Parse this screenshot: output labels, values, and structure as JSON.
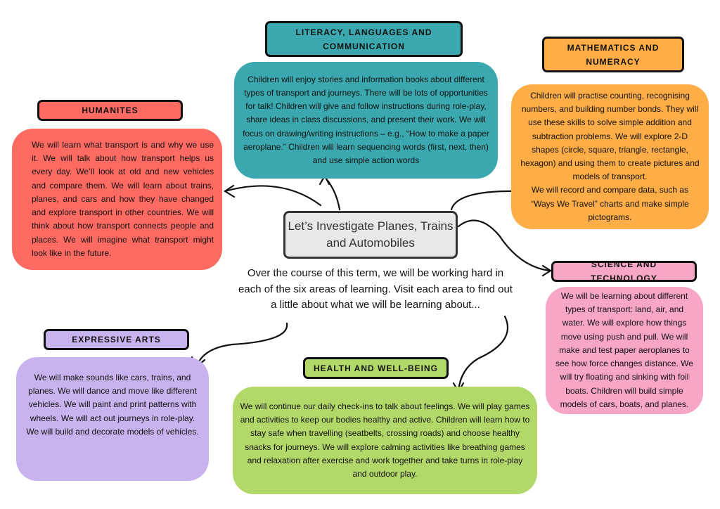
{
  "central_title": "Let’s Investigate Planes, Trains and Automobiles",
  "intro": "Over the course of this term, we will be working hard in each of the six areas of learning. Visit each area to find out a little about what we will be learning about...",
  "areas": {
    "literacy": {
      "title": "Literacy, Languages and Communication",
      "color": "#3aa8ae",
      "text": "Children will enjoy stories and information books about different types of transport and journeys. There will be lots of opportunities for talk! Children will give and follow instructions during role-play, share ideas in class discussions, and present their work. We will focus on drawing/writing instructions – e.g., “How to make a paper aeroplane.” Children will learn sequencing words (first, next, then) and use simple action words"
    },
    "humanities": {
      "title": "Humanites",
      "color": "#ff6b63",
      "text": "We will learn what transport is and why we use it. We will talk about how transport helps us every day. We’ll look at old and new vehicles and compare them. We will learn about trains, planes, and cars and how they have changed and explore transport in other countries. We will think about how transport connects people and places. We will imagine what transport might look like in the future."
    },
    "maths": {
      "title": "Mathematics and Numeracy",
      "color": "#ffae47",
      "text": "Children will practise counting, recognising numbers, and building number bonds. They will use these skills to solve simple addition and subtraction problems. We will explore 2-D shapes (circle, square, triangle, rectangle, hexagon) and using them to create pictures and models of transport.",
      "text2": "We will record and compare data, such as “Ways We Travel” charts and make simple pictograms."
    },
    "science": {
      "title": "Science and Technology",
      "color": "#f7a6c5",
      "text": "We will be learning about different types of transport: land, air, and water. We will explore how things move using push and pull. We will make and test paper aeroplanes to see how force changes distance. We will try floating and sinking with foil boats. Children will build simple models of cars, boats, and planes."
    },
    "expressive": {
      "title": "Expressive Arts",
      "color": "#c9b3ee",
      "text": "We will make sounds like cars, trains, and planes. We will dance and move like different vehicles. We will paint and print patterns with wheels. We will act out journeys in role-play. We will build and decorate models of vehicles."
    },
    "health": {
      "title": "Health and Well-being",
      "color": "#b2d86a",
      "text": "We will continue our daily check-ins to talk about feelings. We will play games and activities to keep our bodies healthy and active. Children will learn how to stay safe when travelling (seatbelts, crossing roads) and choose healthy snacks for journeys. We will explore calming activities like breathing games and relaxation after exercise and work together and take turns in role-play and outdoor play."
    }
  }
}
